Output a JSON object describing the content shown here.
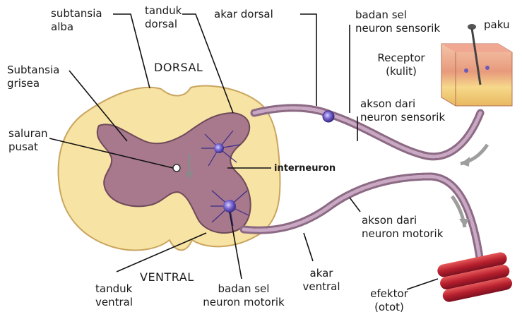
{
  "labels": {
    "subtansia_alba": [
      "subtansia",
      "alba"
    ],
    "tanduk_dorsal": [
      "tanduk",
      "dorsal"
    ],
    "akar_dorsal": "akar dorsal",
    "badan_sel_neuron_sensorik": [
      "badan sel",
      "neuron sensorik"
    ],
    "paku": "paku",
    "receptor": [
      "Receptor",
      "(kulit)"
    ],
    "dorsal": "DORSAL",
    "subtansia_grisea": [
      "Subtansia",
      "grisea"
    ],
    "akson_dari_neuron_sensorik": [
      "akson dari",
      "neuron sensorik"
    ],
    "saluran_pusat": [
      "saluran",
      "pusat"
    ],
    "interneuron": "interneuron",
    "akson_dari_neuron_motorik": [
      "akson dari",
      "neuron motorik"
    ],
    "ventral": "VENTRAL",
    "tanduk_ventral": [
      "tanduk",
      "ventral"
    ],
    "badan_sel_neuron_motorik": [
      "badan sel",
      "neuron motorik"
    ],
    "akar_ventral": [
      "akar",
      "ventral"
    ],
    "efektor": [
      "efektor",
      "(otot)"
    ]
  },
  "colors": {
    "white_matter": "#f7e3a3",
    "white_matter_edge": "#c9a560",
    "grey_matter": "#a8798c",
    "grey_matter_edge": "#6e4a5a",
    "nerve_fiber": "#8c6a84",
    "neuron_body": "#6a5ab8",
    "skin": "#f2b79a",
    "muscle": "#c0303a",
    "arrow": "#999999"
  },
  "icons": [
    "nail-icon",
    "skin-block-icon",
    "muscle-bundle-icon",
    "flow-arrow-icon"
  ]
}
